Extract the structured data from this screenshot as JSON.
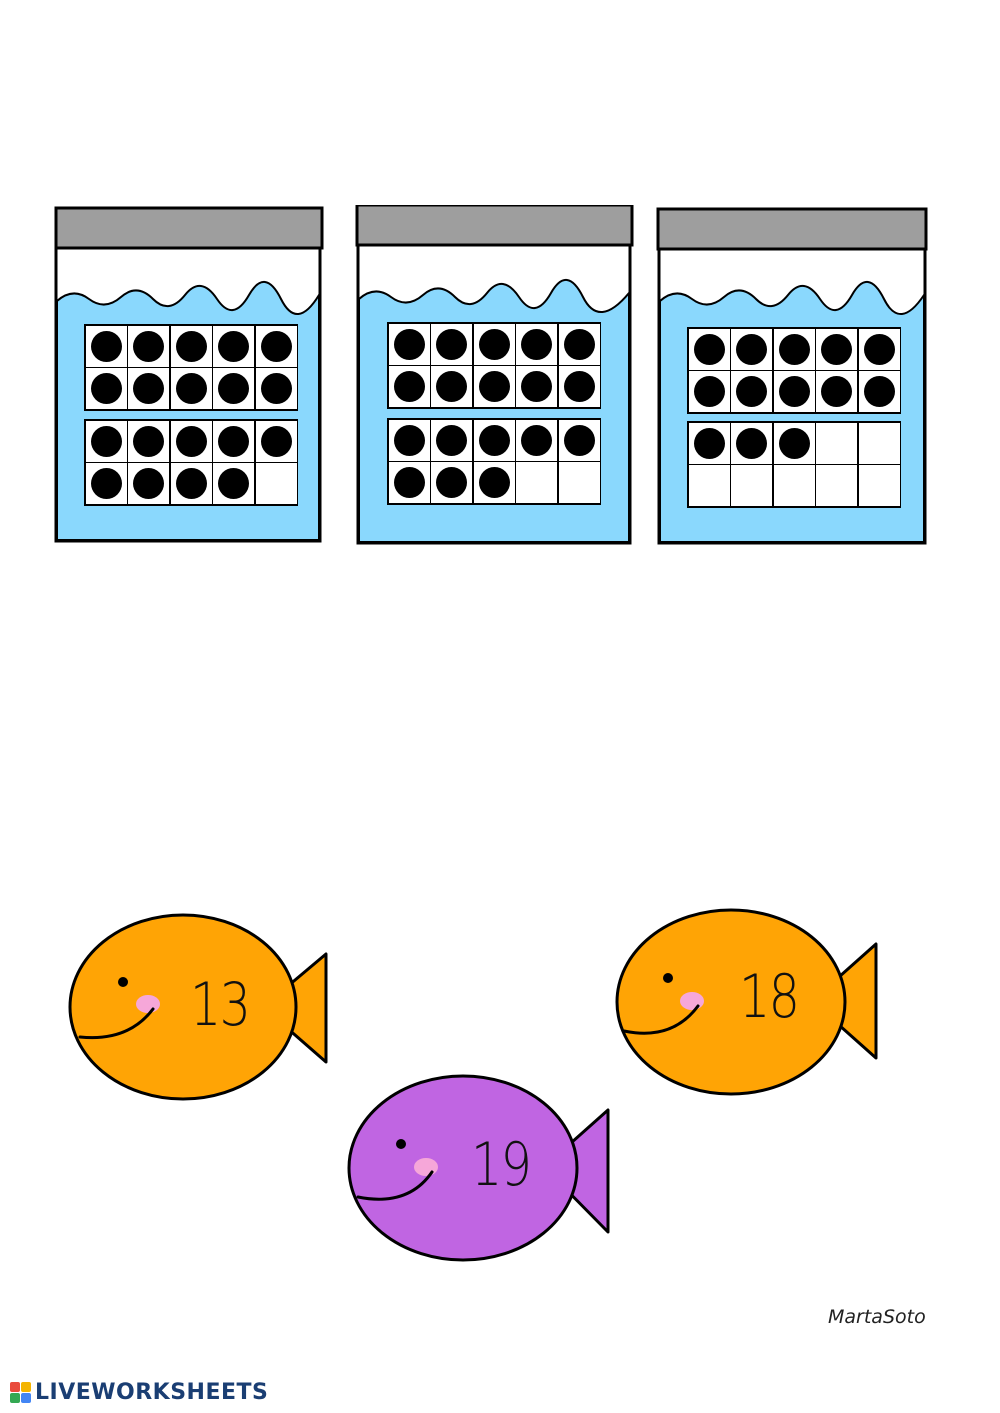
{
  "tanks": [
    {
      "filled": 19
    },
    {
      "filled": 18
    },
    {
      "filled": 13
    }
  ],
  "fish": [
    {
      "number": "13",
      "color": "#FFA405"
    },
    {
      "number": "18",
      "color": "#FFA405"
    },
    {
      "number": "19",
      "color": "#C065E2"
    }
  ],
  "credit": "MartaSoto",
  "brand": {
    "name": "LIVEWORKSHEETS",
    "logo_colors": [
      "#E94B3C",
      "#F4B400",
      "#34A853",
      "#4285F4"
    ]
  },
  "colors": {
    "water": "#8AD8FD",
    "lid": "#9E9E9E",
    "outline": "#000000",
    "cheek": "#F6A7D9"
  }
}
